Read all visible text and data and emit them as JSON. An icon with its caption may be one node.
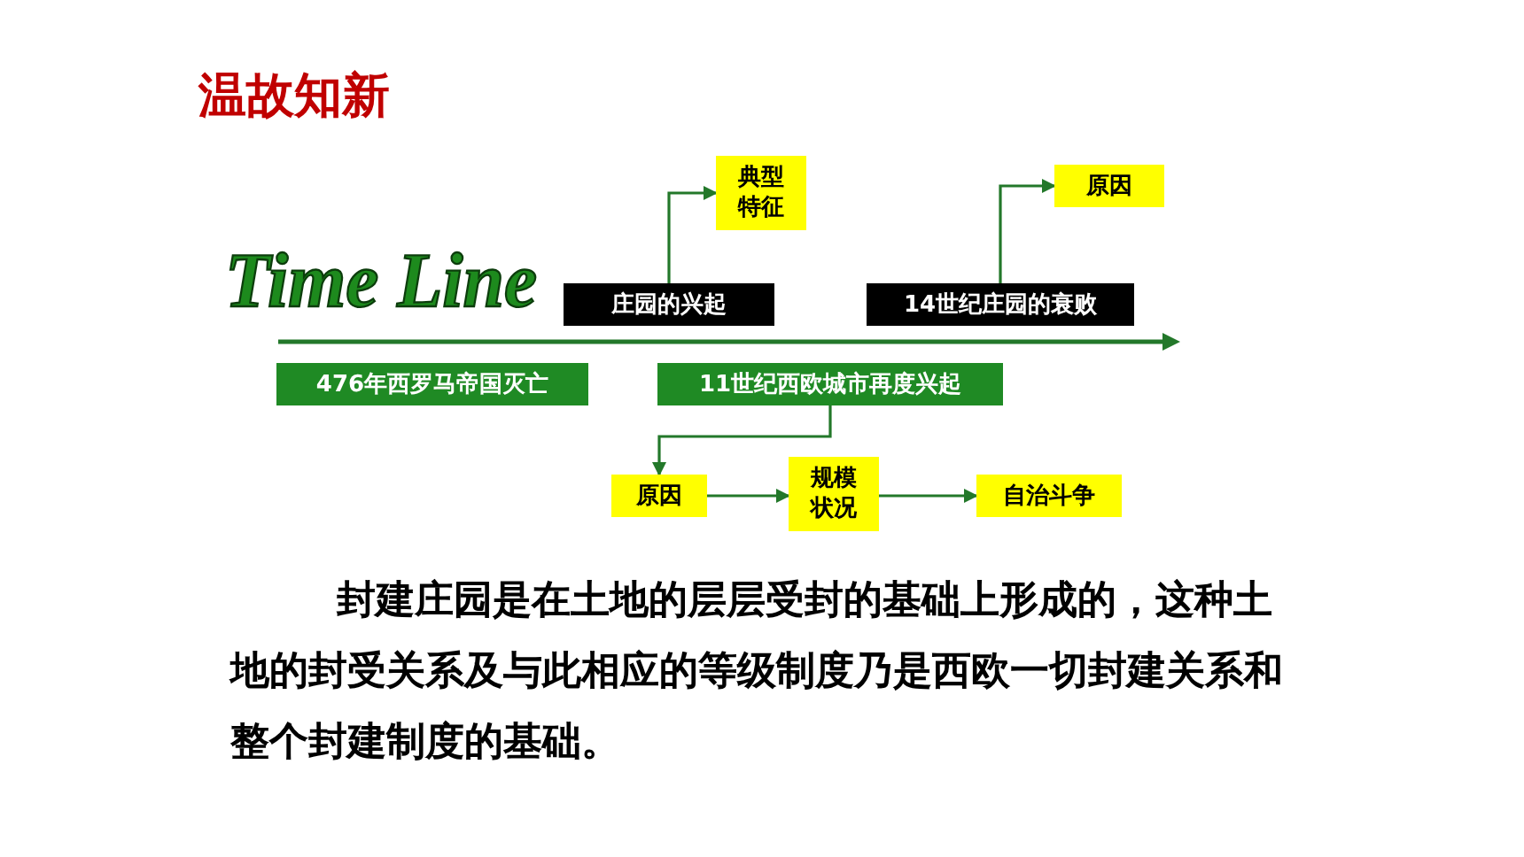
{
  "diagram": {
    "title": "温故知新",
    "nodes": [
      {
        "text": [
          "庄园的兴起"
        ]
      },
      {
        "text": [
          "典型特征"
        ]
      },
      {
        "text": [
          "14世纪庄园的衰败"
        ]
      },
      {
        "text": [
          "原因"
        ]
      },
      {
        "text": [
          "476年西罗马帝国灭亡"
        ]
      },
      {
        "text": [
          "11世纪西欧城市再度兴起"
        ]
      },
      {
        "text": [
          "原因"
        ]
      },
      {
        "text": [
          "规模状况"
        ]
      },
      {
        "text": [
          "自治斗争"
        ]
      }
    ],
    "edges": [
      {
        "from": 0,
        "to": 1,
        "arrow": "to"
      },
      {
        "from": 2,
        "to": 3,
        "arrow": "to"
      },
      {
        "from": 5,
        "to": 6,
        "arrow": "to"
      },
      {
        "from": 6,
        "to": 7,
        "arrow": "to"
      },
      {
        "from": 7,
        "to": 8,
        "arrow": "to"
      }
    ],
    "labels": [
      "Time Line",
      "封建庄园是在土地的层层受封的基础上形成的，这种土地的封受关系及与此相应的等级制度乃是西欧一切封建关系和整个封建制度的基础。"
    ]
  }
}
